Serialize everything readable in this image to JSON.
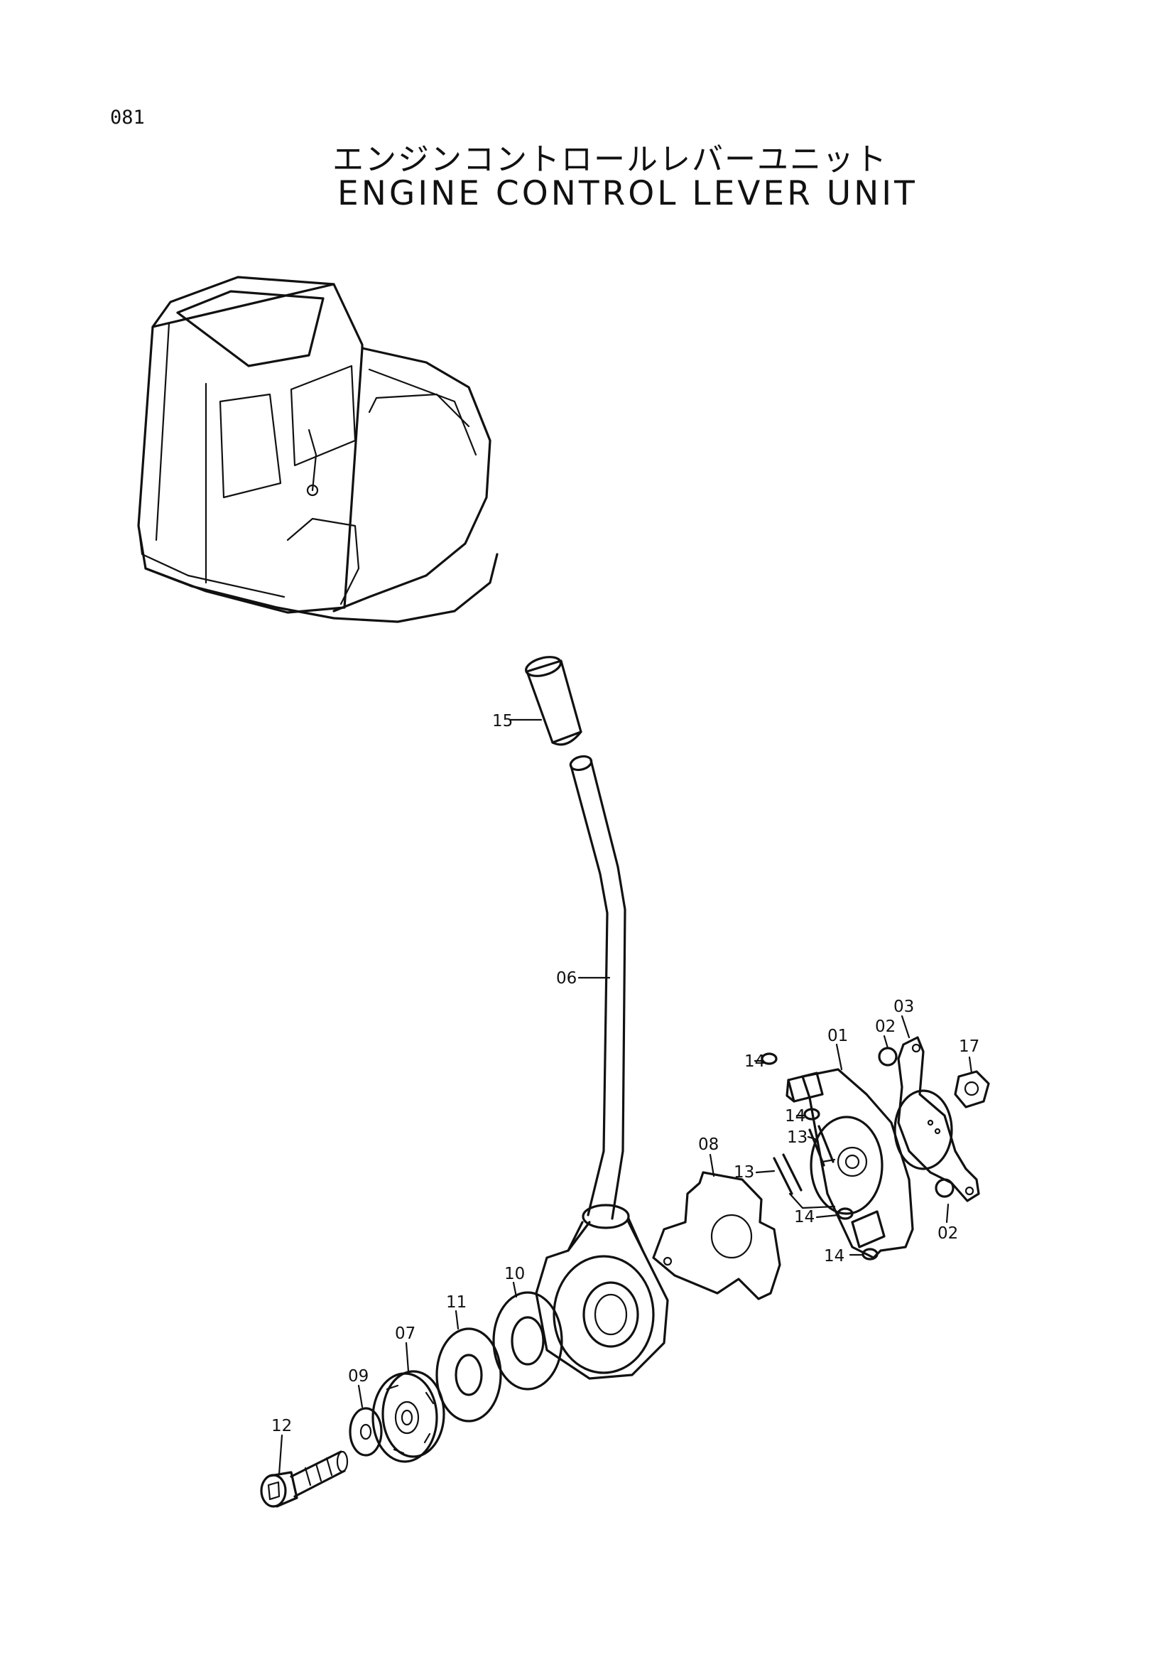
{
  "page_number": "081",
  "title_jp": "エンジンコントロールレバーユニット",
  "title_en": "ENGINE CONTROL LEVER UNIT",
  "callouts": {
    "c15": "15",
    "c06": "06",
    "c01": "01",
    "c02a": "02",
    "c03": "03",
    "c17": "17",
    "c14a": "14",
    "c14b": "14",
    "c13a": "13",
    "c13b": "13",
    "c08": "08",
    "c14c": "14",
    "c14d": "14",
    "c02b": "02",
    "c10": "10",
    "c11": "11",
    "c07": "07",
    "c09": "09",
    "c12": "12"
  }
}
